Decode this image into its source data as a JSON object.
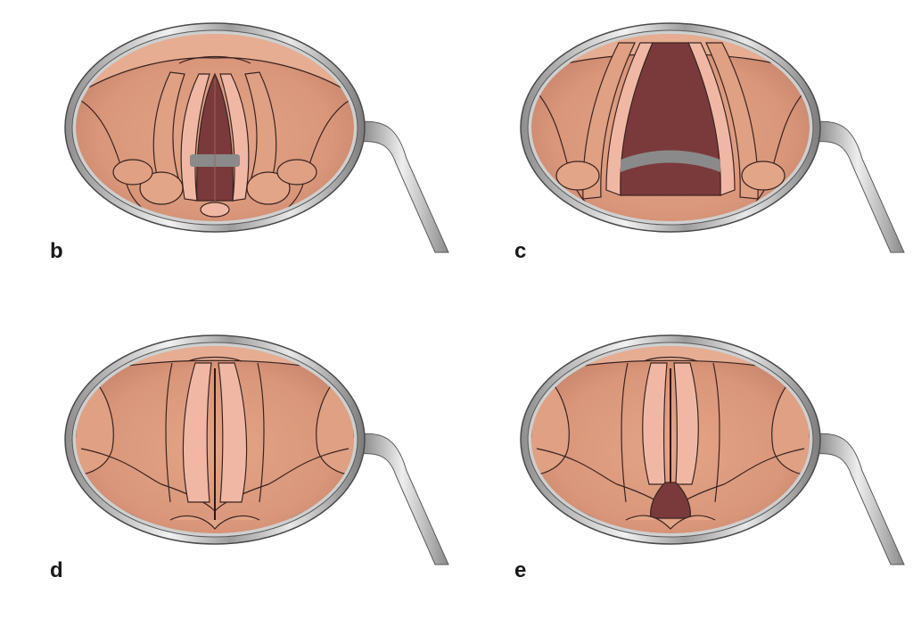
{
  "panels": [
    {
      "id": "b",
      "label": "b",
      "state": "phonation-partly-open"
    },
    {
      "id": "c",
      "label": "c",
      "state": "wide-open-respiration"
    },
    {
      "id": "d",
      "label": "d",
      "state": "closed-phonation"
    },
    {
      "id": "e",
      "label": "e",
      "state": "posterior-chink"
    }
  ],
  "colors": {
    "tissue": "#d9967a",
    "tissue_light": "#e3a587",
    "tissue_edge": "#c9846a",
    "fold": "#f0b8a4",
    "fold_outline": "#3a2320",
    "airway": "#7a3a3c",
    "trachea_ring": "#8a8a8a",
    "mirror_rim": "#bfbfbf",
    "mirror_rim_light": "#efefef",
    "mirror_rim_dark": "#6f6f6f",
    "handle": "#b5b5b5",
    "line": "#3a2320"
  },
  "icons": {
    "mirror": "laryngeal-mirror-icon",
    "larynx": "larynx-view-icon"
  }
}
